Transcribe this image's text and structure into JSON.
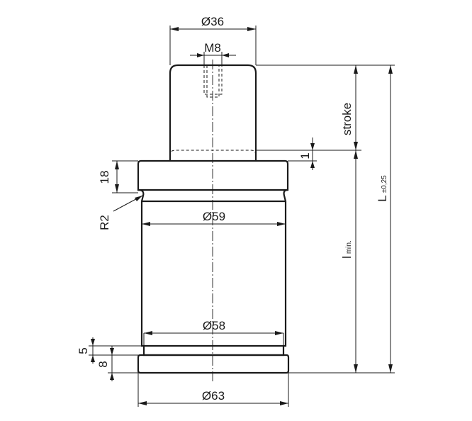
{
  "dimensions": {
    "rod_diameter": "Ø36",
    "thread": "M8",
    "stroke": "stroke",
    "gap": "1",
    "collar_height": "18",
    "groove_radius": "R2",
    "body_diameter": "Ø59",
    "min_length_main": "l",
    "min_length_sub": "min.",
    "total_length_main": "L",
    "total_length_sub": "±0,25",
    "lower_diameter": "Ø58",
    "groove_width": "5",
    "flange_height": "8",
    "flange_diameter": "Ø63"
  }
}
